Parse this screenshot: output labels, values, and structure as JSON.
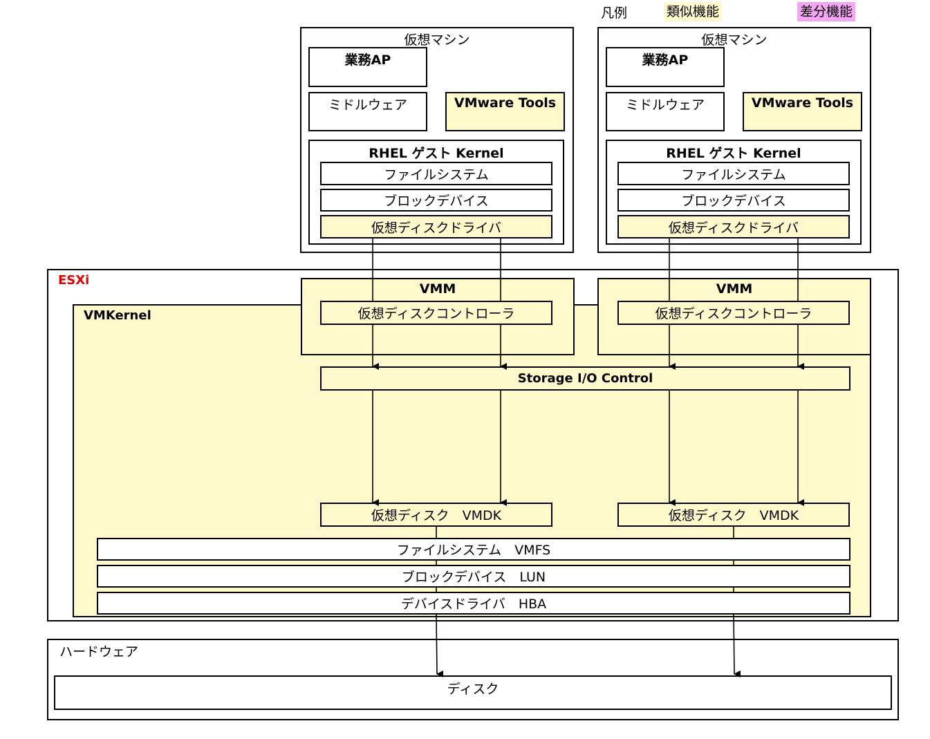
{
  "legend": {
    "title": "凡例",
    "similar": "類似機能",
    "different": "差分機能",
    "similar_color": "#fff9cc",
    "different_color": "#f4a6f4"
  },
  "vms": [
    {
      "title": "仮想マシン",
      "app": "業務AP",
      "middleware": "ミドルウェア",
      "tools": "VMware Tools",
      "kernel": "RHEL ゲスト Kernel",
      "fs": "ファイルシステム",
      "blockdev": "ブロックデバイス",
      "vdisk_driver": "仮想ディスクドライバ"
    },
    {
      "title": "仮想マシン",
      "app": "業務AP",
      "middleware": "ミドルウェア",
      "tools": "VMware Tools",
      "kernel": "RHEL ゲスト Kernel",
      "fs": "ファイルシステム",
      "blockdev": "ブロックデバイス",
      "vdisk_driver": "仮想ディスクドライバ"
    }
  ],
  "esxi": {
    "label": "ESXi",
    "label_color": "#e00000",
    "vmkernel": "VMKernel",
    "vmm": [
      {
        "title": "VMM",
        "controller": "仮想ディスクコントローラ"
      },
      {
        "title": "VMM",
        "controller": "仮想ディスクコントローラ"
      }
    ],
    "sioc": "Storage I/O Control",
    "vdisk": [
      "仮想ディスク　VMDK",
      "仮想ディスク　VMDK"
    ],
    "vmfs": "ファイルシステム　VMFS",
    "lun": "ブロックデバイス　LUN",
    "hba": "デバイスドライバ　HBA"
  },
  "hardware": {
    "label": "ハードウェア",
    "disk": "ディスク"
  }
}
